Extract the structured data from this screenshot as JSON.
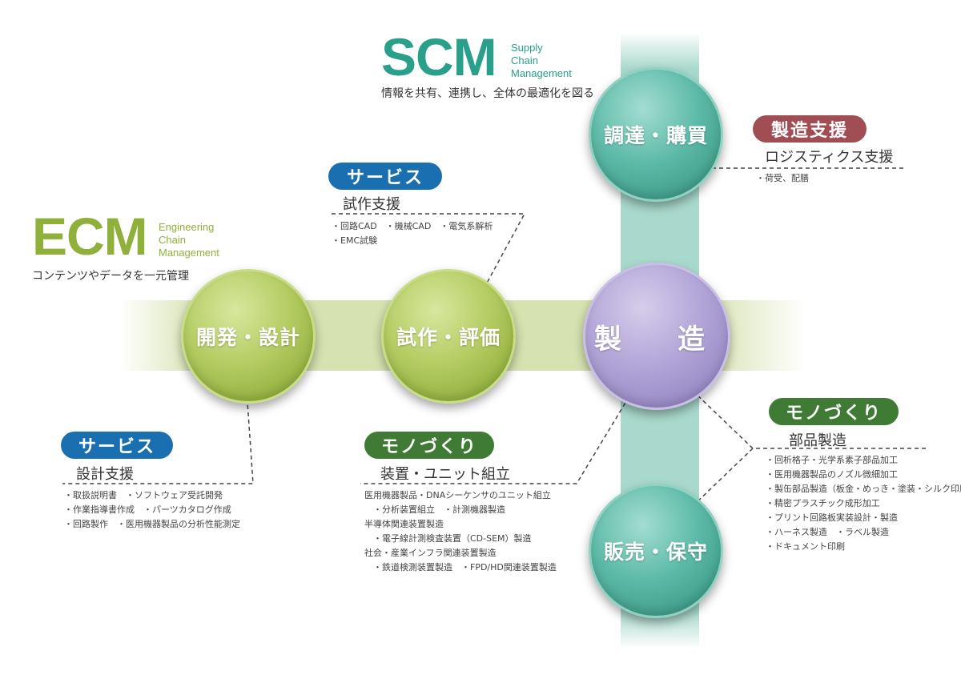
{
  "scm": {
    "title": "SCM",
    "sub": [
      "Supply",
      "Chain",
      "Management"
    ],
    "desc": "情報を共有、連携し、全体の最適化を図る",
    "color": "#2aa08a"
  },
  "ecm": {
    "title": "ECM",
    "sub": [
      "Engineering",
      "Chain",
      "Management"
    ],
    "desc": "コンテンツやデータを一元管理",
    "color": "#8fb03a"
  },
  "circles": {
    "dev": "開発・設計",
    "proto": "試作・評価",
    "mfg": "製　造",
    "proc": "調達・購買",
    "sales": "販売・保守"
  },
  "groups": {
    "proto_service": {
      "badge": "サービス",
      "subtitle": "試作支援",
      "items": [
        "・回路CAD　・機械CAD　・電気系解析",
        "・EMC試験"
      ]
    },
    "dev_service": {
      "badge": "サービス",
      "subtitle": "設計支援",
      "items": [
        "・取扱説明書　・ソフトウェア受託開発",
        "・作業指導書作成　・パーツカタログ作成",
        "・回路製作　・医用機器製品の分析性能測定"
      ]
    },
    "assembly": {
      "badge": "モノづくり",
      "subtitle": "装置・ユニット組立",
      "items": [
        "医用機器製品・DNAシーケンサのユニット組立",
        "　・分析装置組立　・計測機器製造",
        "半導体関連装置製造",
        "　・電子線計測検査装置（CD-SEM）製造",
        "社会・産業インフラ関連装置製造",
        "　・鉄道検測装置製造　・FPD/HD関連装置製造"
      ]
    },
    "logistics": {
      "badge": "製造支援",
      "subtitle": "ロジスティクス支援",
      "items": [
        "・荷受、配膳"
      ]
    },
    "parts": {
      "badge": "モノづくり",
      "subtitle": "部品製造",
      "items": [
        "・回析格子・光学系素子部品加工",
        "・医用機器製品のノズル微細加工",
        "・製缶部品製造（板金・めっき・塗装・シルク印刷）",
        "・精密プラスチック成形加工",
        "・プリント回路板実装設計・製造",
        "・ハーネス製造　・ラベル製造",
        "・ドキュメント印刷"
      ]
    }
  }
}
